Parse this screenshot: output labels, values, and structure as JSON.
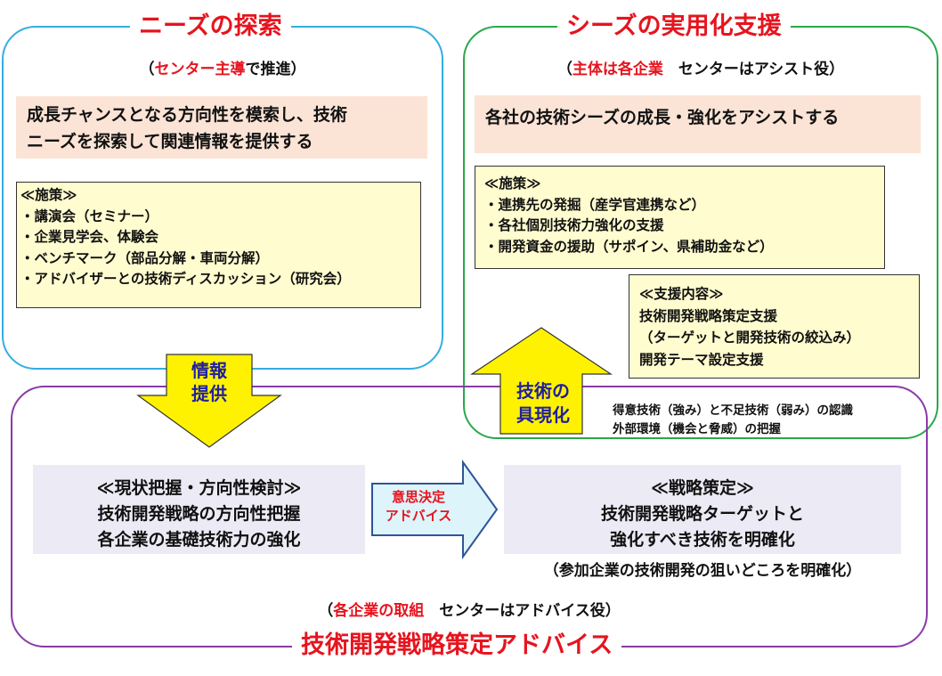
{
  "left_panel": {
    "title": "ニーズの探索",
    "subtitle_open": "（",
    "subtitle_red": "センター主導",
    "subtitle_rest": "で推進）",
    "description": [
      "成長チャンスとなる方向性を模索し、技術",
      "ニーズを探索して関連情報を提供する"
    ],
    "measures_heading": "≪施策≫",
    "measures": [
      "・講演会（セミナー）",
      "・企業見学会、体験会",
      "・ベンチマーク（部品分解・車両分解）",
      "・アドバイザーとの技術ディスカッション（研究会）"
    ]
  },
  "right_panel": {
    "title": "シーズの実用化支援",
    "subtitle_open": "（",
    "subtitle_red": "主体は各企業",
    "subtitle_rest": "　センターはアシスト役）",
    "description": "各社の技術シーズの成長・強化をアシストする",
    "measures_heading": "≪施策≫",
    "measures": [
      "・連携先の発掘（産学官連携など）",
      "・各社個別技術力強化の支援",
      "・開発資金の援助（サポイン、県補助金など）"
    ],
    "support_heading": "≪支援内容≫",
    "support_items": [
      "技術開発戦略策定支援",
      "（ターゲットと開発技術の絞込み）",
      "開発テーマ設定支援"
    ]
  },
  "arrows": {
    "down_label": [
      "情報",
      "提供"
    ],
    "up_label": [
      "技術の",
      "具現化"
    ],
    "right_label": [
      "意思決定",
      "アドバイス"
    ]
  },
  "colors": {
    "red": "#e6141e",
    "yellow_arrow": "#fff200",
    "left_frame": "#33aee0",
    "right_frame": "#2aa84a",
    "bottom_frame": "#8a3aa8",
    "right_arrow_fill": "#ddf4fa",
    "right_arrow_stroke": "#2f5597"
  },
  "recognition_note": [
    "得意技術（強み）と不足技術（弱み）の認識",
    "外部環境（機会と脅威）の把握"
  ],
  "bottom_panel": {
    "current_box_heading": "≪現状把握・方向性検討≫",
    "current_box_lines": [
      "技術開発戦略の方向性把握",
      "各企業の基礎技術力の強化"
    ],
    "strategy_box_heading": "≪戦略策定≫",
    "strategy_box_lines": [
      "技術開発戦略ターゲットと",
      "強化すべき技術を明確化"
    ],
    "strategy_note": "（参加企業の技術開発の狙いどころを明確化）",
    "subtitle_open": "（",
    "subtitle_red": "各企業の取組",
    "subtitle_rest": "　センターはアドバイス役）",
    "title": "技術開発戦略策定アドバイス"
  }
}
